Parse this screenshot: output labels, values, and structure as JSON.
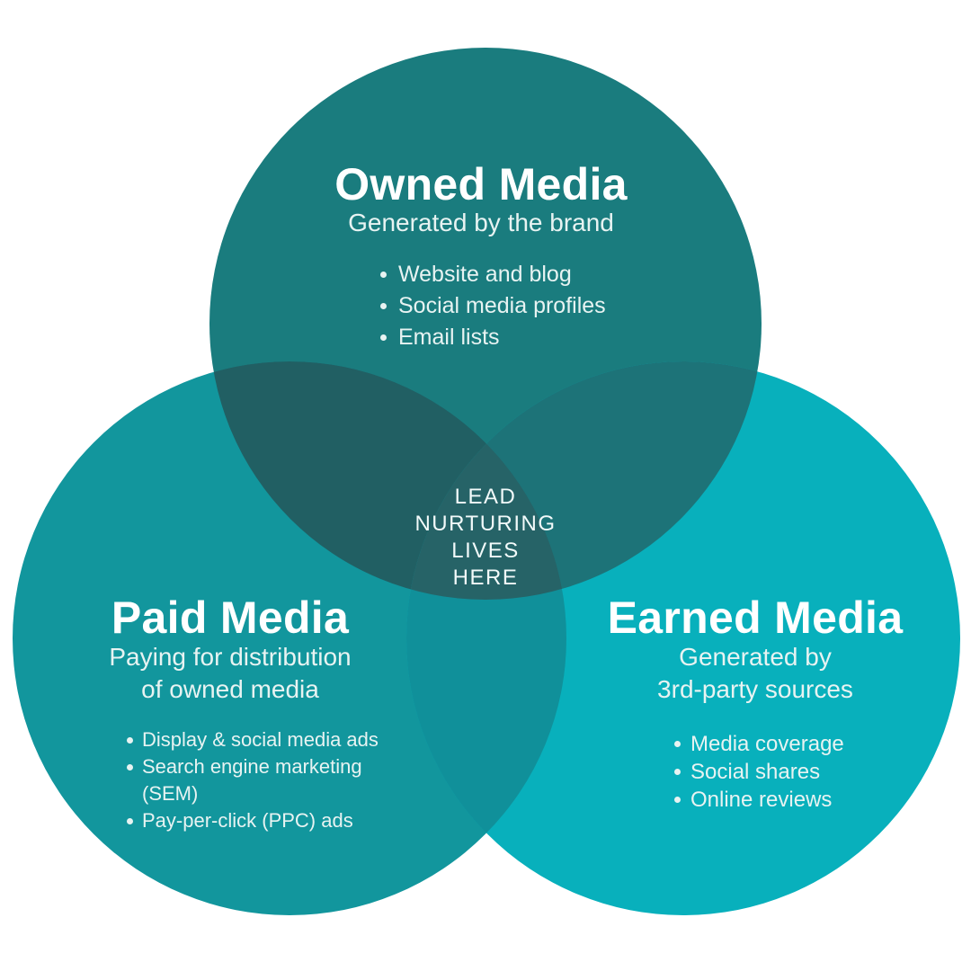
{
  "colors": {
    "background": "#FFFFFF",
    "owned_circle": "#1A7C7E",
    "paid_circle": "#12969D",
    "earned_circle": "#08B0BC",
    "owned_paid_overlap": "#215F63",
    "owned_earned_overlap": "#1D7378",
    "paid_earned_overlap": "#10909A",
    "triple_overlap": "#266367",
    "title_text": "#FFFFFF",
    "body_text": "#E7F3F2",
    "center_text": "#F2FAFA"
  },
  "owned": {
    "title": "Owned Media",
    "subtitle": "Generated by the brand",
    "bullets": [
      "Website and blog",
      "Social media profiles",
      "Email lists"
    ]
  },
  "paid": {
    "title": "Paid Media",
    "subtitle_line1": "Paying for distribution",
    "subtitle_line2": "of owned media",
    "bullets": [
      "Display & social media ads",
      "Search engine marketing\n(SEM)",
      "Pay-per-click (PPC) ads"
    ]
  },
  "earned": {
    "title": "Earned Media",
    "subtitle_line1": "Generated by",
    "subtitle_line2": "3rd-party sources",
    "bullets": [
      "Media coverage",
      "Social shares",
      "Online reviews"
    ]
  },
  "center": {
    "line1": "LEAD",
    "line2": "NURTURING",
    "line3": "LIVES",
    "line4": "HERE"
  }
}
